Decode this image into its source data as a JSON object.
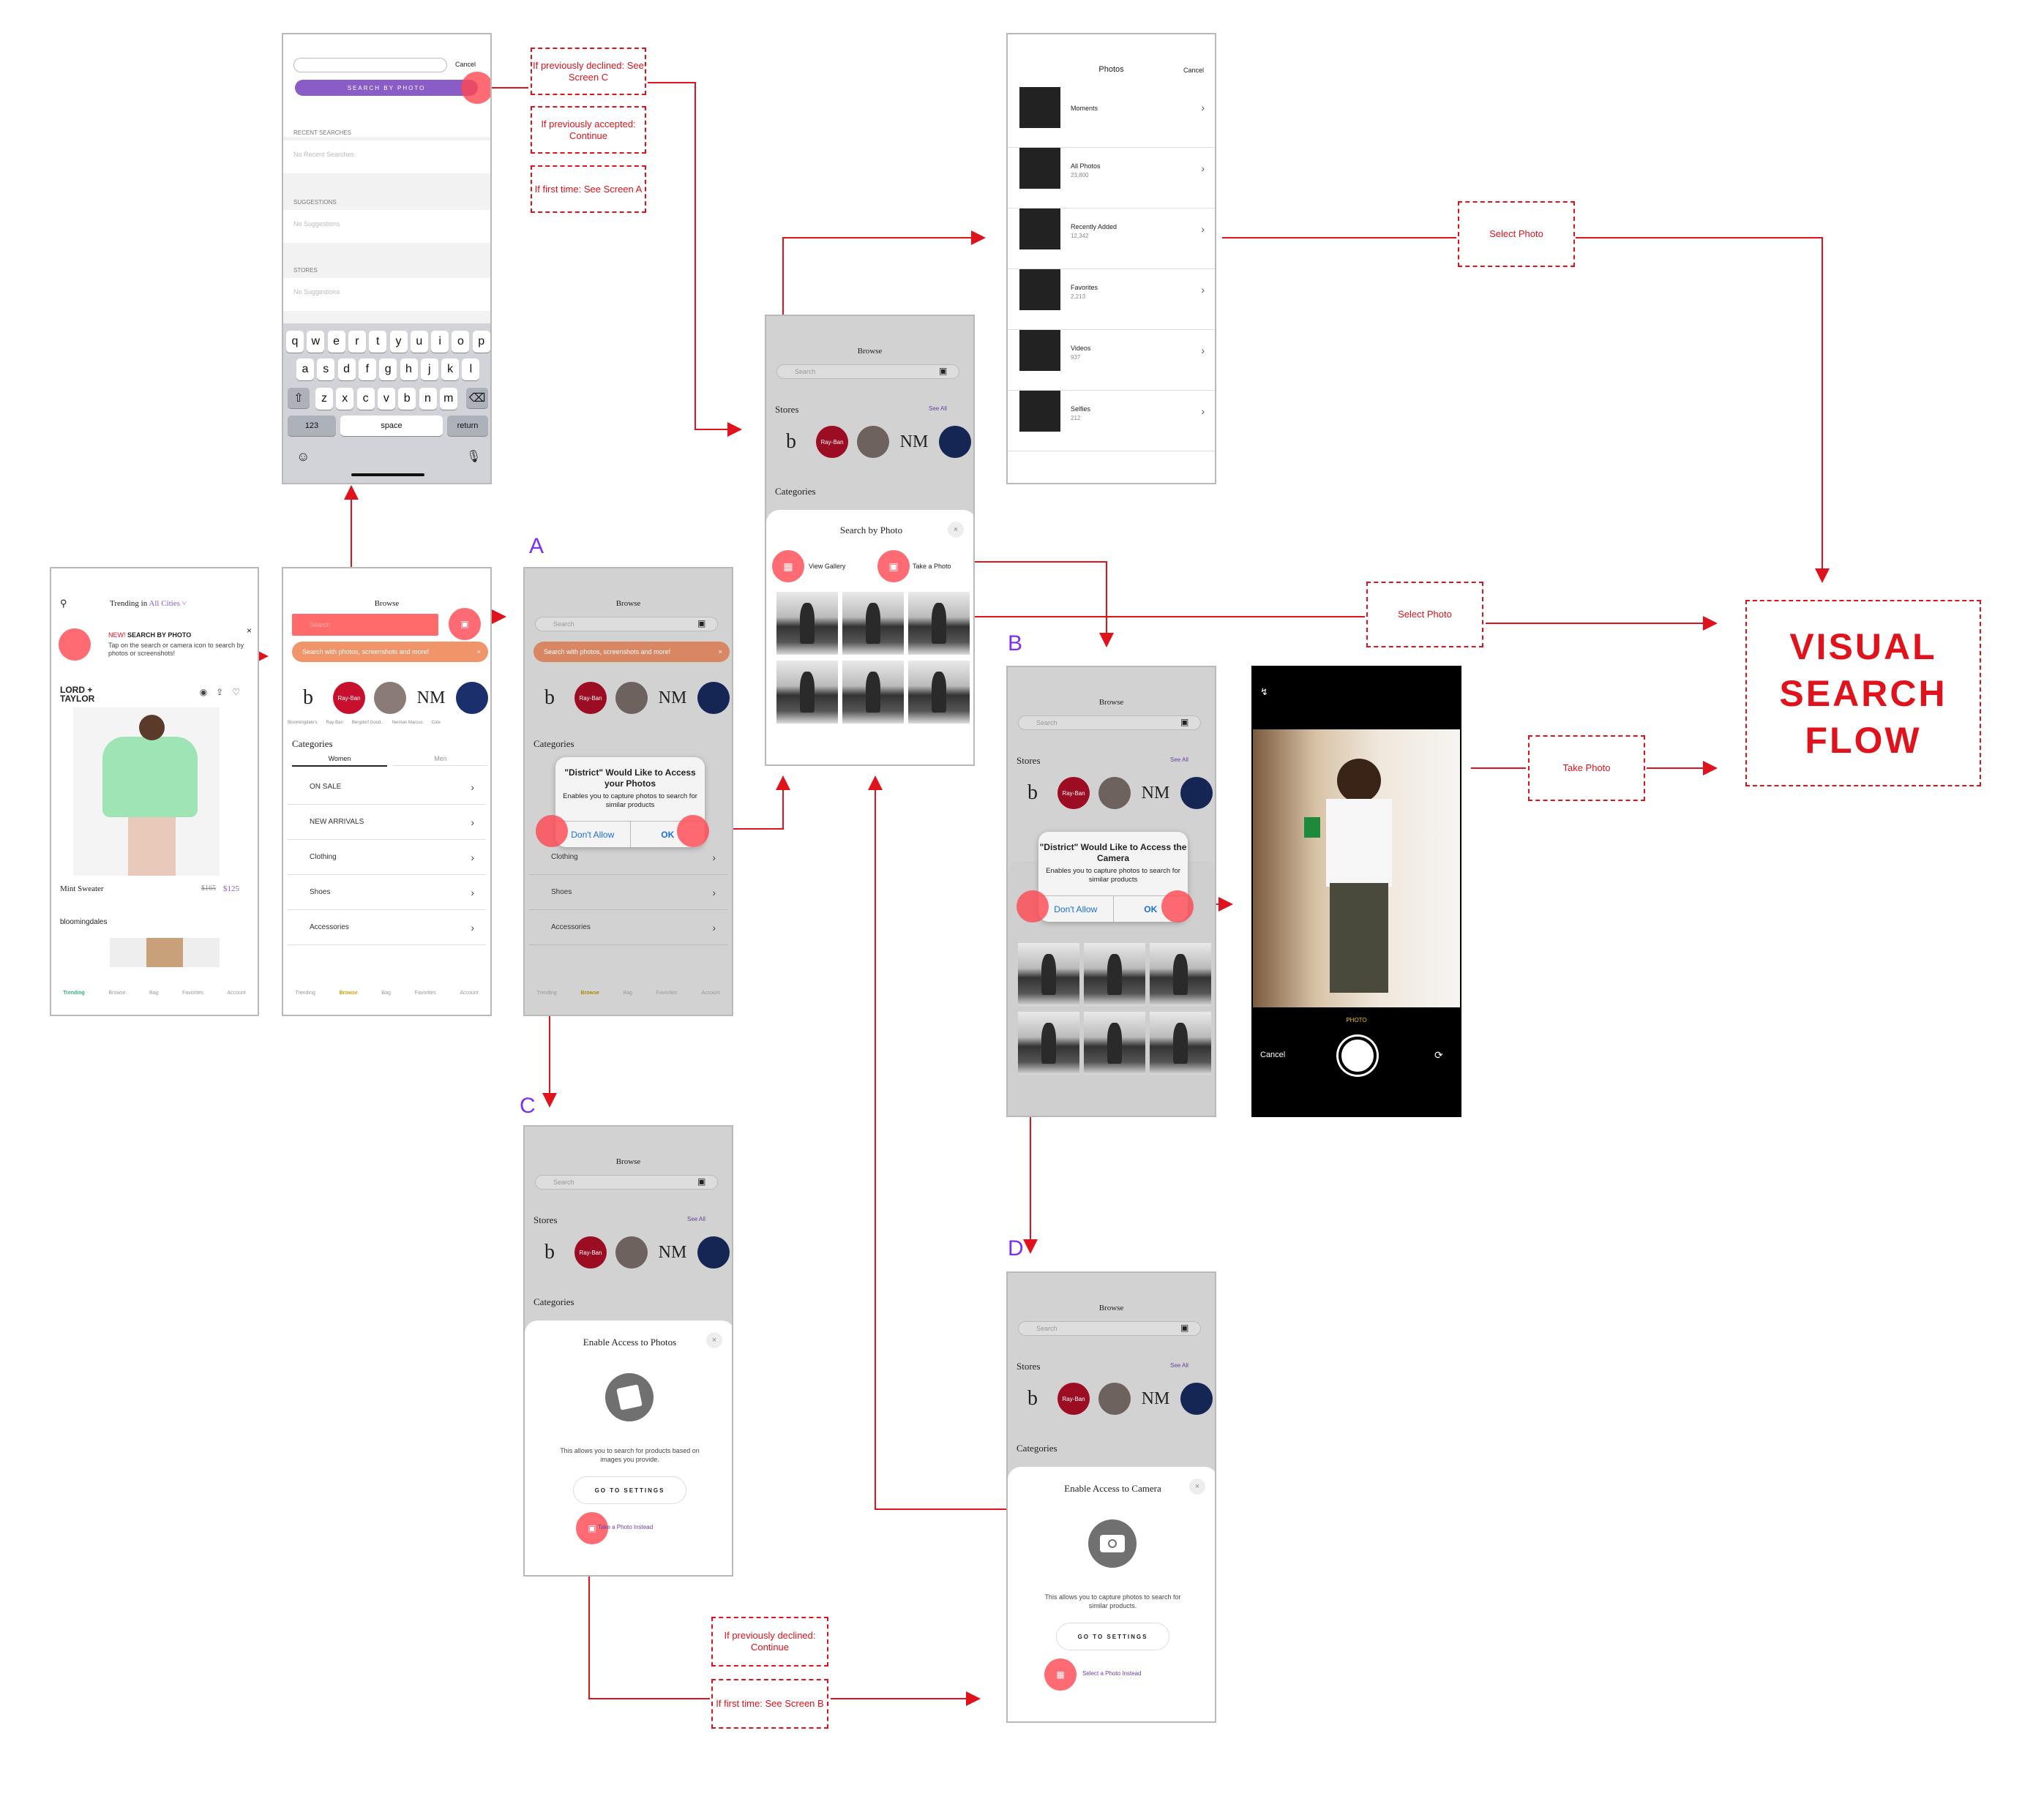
{
  "flow_title": [
    "VISUAL",
    "SEARCH",
    "FLOW"
  ],
  "screen_letters": {
    "a": "A",
    "b": "B",
    "c": "C",
    "d": "D"
  },
  "notes": {
    "prev_declined_c": "If previously declined: See Screen C",
    "prev_accepted": "If previously accepted: Continue",
    "first_time_a": "If first time: See Screen A",
    "select_photo_1": "Select Photo",
    "select_photo_2": "Select Photo",
    "take_photo": "Take Photo",
    "prev_declined_continue": "If previously declined: Continue",
    "first_time_b": "If first time: See Screen B"
  },
  "trending": {
    "title": "Trending in",
    "city": "All Cities",
    "new_label": "NEW!",
    "promo_title": "SEARCH BY PHOTO",
    "promo_body": "Tap on the search or camera icon to search by photos or screenshots!",
    "brand1": "LORD + TAYLOR",
    "product_name": "Mint Sweater",
    "price_old": "$165",
    "price_new": "$125",
    "brand2": "bloomingdales"
  },
  "tabs": [
    "Trending",
    "Browse",
    "Bag",
    "Favorites",
    "Account"
  ],
  "browse": {
    "title": "Browse",
    "search_placeholder": "Search",
    "tooltip": "Search with photos, screenshots and more!",
    "stores_label": "Stores",
    "see_all": "See All",
    "stores": [
      "Bloomingdale's",
      "Ray-Ban",
      "Bergdorf Good..",
      "Neiman Marcus",
      "Cole"
    ],
    "categories_label": "Categories",
    "women": "Women",
    "men": "Men",
    "categories": [
      "ON SALE",
      "NEW ARRIVALS",
      "Clothing",
      "Shoes",
      "Accessories"
    ]
  },
  "search_screen": {
    "cancel": "Cancel",
    "button": "SEARCH BY PHOTO",
    "recent_label": "RECENT SEARCHES",
    "recent_empty": "No Recent Searches",
    "suggestions_label": "SUGGESTIONS",
    "suggestions_empty": "No Suggestions",
    "stores_label": "STORES",
    "stores_empty": "No Suggestions",
    "keys_row1": [
      "q",
      "w",
      "e",
      "r",
      "t",
      "y",
      "u",
      "i",
      "o",
      "p"
    ],
    "keys_row2": [
      "a",
      "s",
      "d",
      "f",
      "g",
      "h",
      "j",
      "k",
      "l"
    ],
    "keys_row3": [
      "z",
      "x",
      "c",
      "v",
      "b",
      "n",
      "m"
    ],
    "key_123": "123",
    "key_space": "space",
    "key_return": "return"
  },
  "photos_dialog": {
    "title": "\"District\" Would Like to Access your Photos",
    "body": "Enables you to capture photos to search for similar products",
    "deny": "Don't Allow",
    "ok": "OK"
  },
  "camera_dialog": {
    "title": "\"District\" Would Like to Access the Camera",
    "body": "Enables you to capture photos to search for similar products",
    "deny": "Don't Allow",
    "ok": "OK"
  },
  "search_by_photo": {
    "title": "Search by Photo",
    "gallery": "View Gallery",
    "take": "Take a Photo"
  },
  "albums": {
    "title": "Photos",
    "cancel": "Cancel",
    "items": [
      {
        "name": "Moments",
        "count": ""
      },
      {
        "name": "All Photos",
        "count": "23,800"
      },
      {
        "name": "Recently Added",
        "count": "12,342"
      },
      {
        "name": "Favorites",
        "count": "2,213"
      },
      {
        "name": "Videos",
        "count": "937"
      },
      {
        "name": "Selfies",
        "count": "212"
      },
      {
        "name": "Selfies",
        "count": ""
      }
    ]
  },
  "enable_photos": {
    "title": "Enable Access to Photos",
    "body": "This allows you to search for products based on images you provide.",
    "button": "GO TO SETTINGS",
    "alt": "Take a Photo Instead"
  },
  "enable_camera": {
    "title": "Enable Access to Camera",
    "body": "This allows you to capture photos to search for similar products.",
    "button": "GO TO SETTINGS",
    "alt": "Select a Photo Instead"
  },
  "camera": {
    "mode": "PHOTO",
    "cancel": "Cancel"
  },
  "colors": {
    "accent": "#e0121b",
    "purple": "#7b2ff7",
    "hotspot": "#ff4650",
    "brand_purple": "#8a5cc7",
    "tooltip": "#f0956a"
  }
}
